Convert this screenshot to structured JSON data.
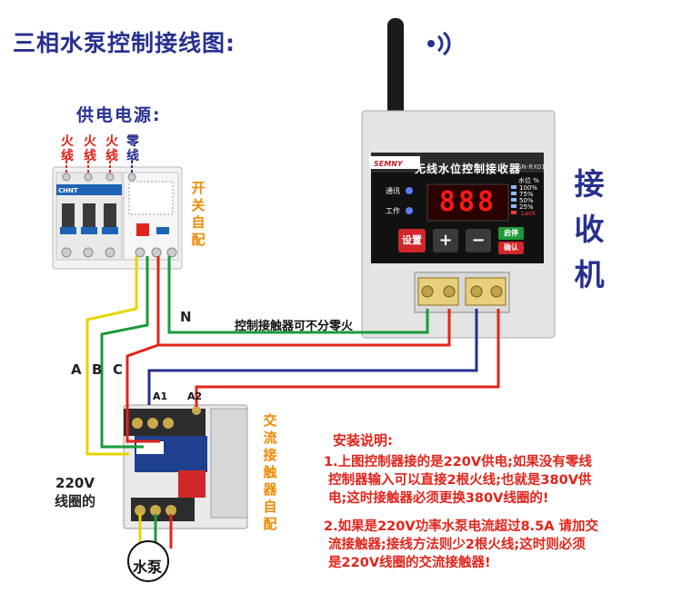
{
  "title": "三相水泵控制接线图:",
  "power_supply": {
    "title": "供电电源:",
    "lines": [
      "火线",
      "火线",
      "火线",
      "零线"
    ],
    "breaker_brand": "CHNT",
    "breaker_note": "开关自配"
  },
  "receiver": {
    "label": "接收机",
    "brand": "SEMNY",
    "device_title": "无线水位控制接收器",
    "model": "SN-RX01",
    "led_comm": "通讯",
    "led_work": "工作",
    "display": "888",
    "level_header": "水位 %",
    "levels": [
      "100%",
      "75%",
      "50%",
      "25%"
    ],
    "lack": "Lack",
    "btn_set": "设置",
    "btn_plus": "+",
    "btn_minus": "−",
    "btn_start": "启停",
    "btn_confirm": "确认"
  },
  "wiring": {
    "phase_labels": [
      "A",
      "B",
      "C"
    ],
    "neutral": "N",
    "note": "控制接触器可不分零火",
    "a1": "A1",
    "a2": "A2"
  },
  "contactor": {
    "note": "交流接触器自配",
    "coil_label": "220V\n线圈的"
  },
  "pump": {
    "label": "水泵"
  },
  "instructions": {
    "title": "安装说明:",
    "item1": "1.上图控制器接的是220V供电;如果没有零线\n 控制器输入可以直接2根火线;也就是380V供\n 电;这时接触器必须更换380V线圈的!",
    "item2": "2.如果是220V功率水泵电流超过8.5A 请加交\n 流接触器;接线方法则少2根火线;这时则必须\n 是220V线圈的交流接触器!"
  }
}
